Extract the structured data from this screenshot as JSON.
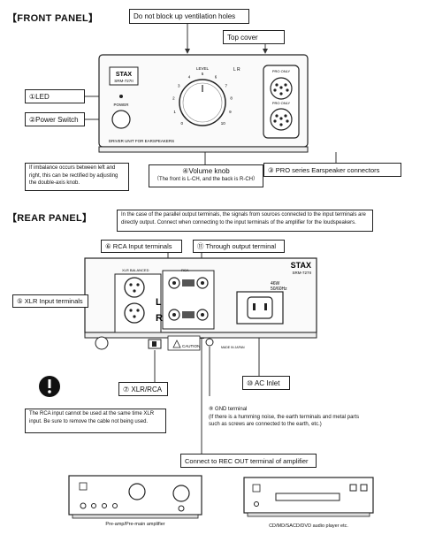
{
  "front": {
    "title": "【FRONT PANEL】",
    "vent_note": "Do not block up ventilation holes",
    "top_cover": "Top cover",
    "brand": "STAX",
    "model": "SRM-727II",
    "level_label": "LEVEL",
    "ch_label": "L R",
    "power_label": "POWER",
    "driver_label": "DRIVER UNIT FOR EARSPEAKERS",
    "pro_only_1": "PRO ONLY",
    "pro_only_2": "PRO ONLY",
    "scale": [
      "0",
      "1",
      "2",
      "3",
      "4",
      "5",
      "6",
      "7",
      "8",
      "9",
      "10"
    ],
    "led_label": "①LED",
    "power_switch_label": "②Power Switch",
    "volume_knob_label": "④Volume knob",
    "volume_knob_note": "（The front is L-CH, and the back is R-CH）",
    "connectors_label": "③ PRO series Earspeaker connectors",
    "imbalance_note": "If imbalance occurs between left and right, this can be rectified by adjusting the double-axis knob."
  },
  "rear": {
    "title": "【REAR PANEL】",
    "parallel_note": "In the case of the parallel output terminals, the signals from sources connected to the input terminals are directly output. Connect when connecting to the input terminals of the amplifier for the loudspeakers.",
    "rca_label": "⑥ RCA Input terminals",
    "through_label": "⑪ Through output terminal",
    "xlr_label": "⑤ XLR Input terminals",
    "xlr_rca_label": "⑦ XLR/RCA",
    "ac_inlet_label": "⑩ AC Inlet",
    "brand": "STAX",
    "model": "SRM-727II",
    "power_spec": "46W",
    "freq_spec": "50/60Hz",
    "xlr_balanced": "XLR BALANCED",
    "rca_small": "RCA",
    "l_mark": "L",
    "r_mark": "R",
    "caution": "CAUTION",
    "made_in_japan": "MADE IN JAPAN",
    "gnd_note": "⑧ GND terminal\n(If there is a humming noise, the earth terminals and metal parts such as screws are connected to the earth, etc.)",
    "rca_xlr_warning": "The RCA input cannot be used at the same time XLR input. Be sure to remove the cable not being used.",
    "connect_label": "Connect to REC OUT terminal of amplifier",
    "amp_caption": "Pre-amp/Pre-main amplifier",
    "player_caption": "CD/MD/SACD/DVD audio player etc."
  }
}
